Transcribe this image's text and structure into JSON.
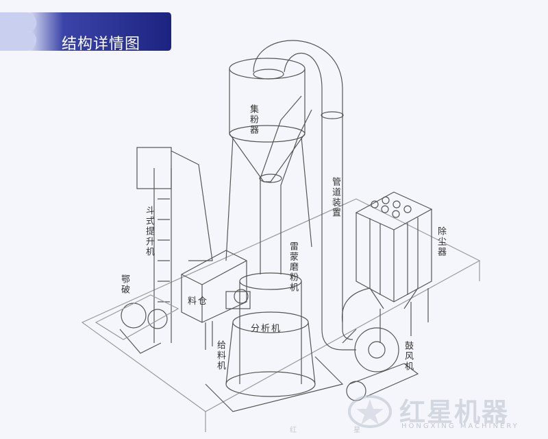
{
  "header": {
    "title": "结构详情图"
  },
  "labels": {
    "collector": "集粉器",
    "duct": "管道装置",
    "elevator": "斗式提升机",
    "crusher": "鄂破",
    "bin": "料仓",
    "mill": "雷蒙磨粉机",
    "analyzer": "分析机",
    "feeder": "给料机",
    "dust": "除尘器",
    "blower": "鼓风机"
  },
  "watermark": {
    "brand": "红星机器",
    "sub": "HONGXING MACHINERY",
    "left": "红 星"
  }
}
